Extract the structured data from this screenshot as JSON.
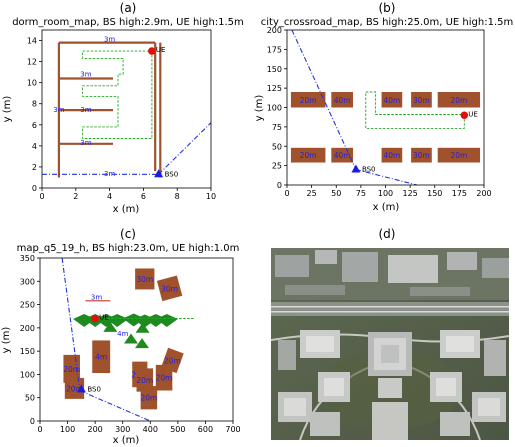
{
  "panels": {
    "a": {
      "label": "(a)"
    },
    "b": {
      "label": "(b)"
    },
    "c": {
      "label": "(c)"
    },
    "d": {
      "label": "(d)"
    }
  },
  "chart_data": [
    {
      "id": "a",
      "type": "scatter",
      "title": "dorm_room_map, BS high:2.9m, UE high:1.5m",
      "xlabel": "x (m)",
      "ylabel": "y (m)",
      "xlim": [
        0,
        10
      ],
      "ylim": [
        0,
        15
      ],
      "xticks": [
        0,
        2,
        4,
        6,
        8,
        10
      ],
      "yticks": [
        0,
        2,
        4,
        6,
        8,
        10,
        12,
        14
      ],
      "walls": [
        {
          "points": [
            [
              1.0,
              1.0
            ],
            [
              1.0,
              13.8
            ]
          ]
        },
        {
          "points": [
            [
              1.0,
              13.8
            ],
            [
              6.7,
              13.8
            ]
          ]
        },
        {
          "points": [
            [
              6.7,
              13.8
            ],
            [
              6.7,
              1.6
            ]
          ]
        },
        {
          "points": [
            [
              7.0,
              13.8
            ],
            [
              7.0,
              1.0
            ]
          ]
        },
        {
          "points": [
            [
              1.0,
              10.4
            ],
            [
              4.2,
              10.4
            ]
          ]
        },
        {
          "points": [
            [
              1.0,
              7.4
            ],
            [
              4.2,
              7.4
            ]
          ]
        },
        {
          "points": [
            [
              1.0,
              4.2
            ],
            [
              4.2,
              4.2
            ]
          ]
        }
      ],
      "path": {
        "points": [
          [
            6.5,
            13.0
          ],
          [
            6.5,
            4.7
          ],
          [
            2.4,
            4.7
          ],
          [
            2.4,
            5.8
          ],
          [
            4.5,
            5.8
          ],
          [
            4.5,
            8.7
          ],
          [
            2.4,
            8.7
          ],
          [
            2.4,
            9.7
          ],
          [
            4.5,
            9.7
          ],
          [
            4.5,
            10.8
          ],
          [
            4.8,
            10.8
          ],
          [
            4.8,
            12.3
          ],
          [
            2.4,
            12.3
          ],
          [
            2.4,
            13.0
          ],
          [
            6.5,
            13.0
          ]
        ]
      },
      "beam_lines": [
        {
          "points": [
            [
              0,
              1.3
            ],
            [
              6.9,
              1.3
            ]
          ]
        },
        {
          "points": [
            [
              6.9,
              1.3
            ],
            [
              10,
              6.2
            ]
          ]
        }
      ],
      "labels": [
        {
          "text": "3m",
          "x": 4.0,
          "y": 13.9
        },
        {
          "text": "3m",
          "x": 2.6,
          "y": 10.6
        },
        {
          "text": "3m",
          "x": 1.0,
          "y": 7.2
        },
        {
          "text": "3m",
          "x": 2.6,
          "y": 7.2
        },
        {
          "text": "3m",
          "x": 2.6,
          "y": 4.1
        },
        {
          "text": "3m",
          "x": 4.0,
          "y": 1.15
        }
      ],
      "ue": {
        "label": "UE",
        "x": 6.5,
        "y": 13.0
      },
      "bs": {
        "label": "BS0",
        "x": 6.9,
        "y": 1.3
      }
    },
    {
      "id": "b",
      "type": "scatter",
      "title": "city_crossroad_map, BS high:25.0m, UE high:1.5m",
      "xlabel": "x (m)",
      "ylabel": "y (m)",
      "xlim": [
        0,
        200
      ],
      "ylim": [
        0,
        200
      ],
      "xticks": [
        0,
        25,
        50,
        75,
        100,
        125,
        150,
        175,
        200
      ],
      "yticks": [
        0,
        25,
        50,
        75,
        100,
        125,
        150,
        175,
        200
      ],
      "buildings": [
        {
          "x0": 4,
          "y0": 100,
          "x1": 39,
          "y1": 120,
          "label": "20m"
        },
        {
          "x0": 45,
          "y0": 100,
          "x1": 67,
          "y1": 120,
          "label": "40m"
        },
        {
          "x0": 96,
          "y0": 100,
          "x1": 117,
          "y1": 120,
          "label": "40m"
        },
        {
          "x0": 126,
          "y0": 100,
          "x1": 147,
          "y1": 120,
          "label": "30m"
        },
        {
          "x0": 153,
          "y0": 100,
          "x1": 196,
          "y1": 120,
          "label": "20m"
        },
        {
          "x0": 4,
          "y0": 29,
          "x1": 39,
          "y1": 48,
          "label": "20m"
        },
        {
          "x0": 45,
          "y0": 29,
          "x1": 67,
          "y1": 48,
          "label": "40m"
        },
        {
          "x0": 96,
          "y0": 29,
          "x1": 117,
          "y1": 48,
          "label": "40m"
        },
        {
          "x0": 126,
          "y0": 29,
          "x1": 147,
          "y1": 48,
          "label": "30m"
        },
        {
          "x0": 153,
          "y0": 29,
          "x1": 196,
          "y1": 48,
          "label": "20m"
        }
      ],
      "path": {
        "points": [
          [
            180,
            90
          ],
          [
            180,
            73
          ],
          [
            80,
            73
          ],
          [
            80,
            120
          ],
          [
            90,
            120
          ],
          [
            90,
            91
          ],
          [
            180,
            91
          ]
        ]
      },
      "beam_lines": [
        {
          "points": [
            [
              5,
              200
            ],
            [
              70,
              20
            ]
          ]
        },
        {
          "points": [
            [
              70,
              20
            ],
            [
              132,
              0
            ]
          ]
        }
      ],
      "ue": {
        "label": "UE",
        "x": 180,
        "y": 90
      },
      "bs": {
        "label": "BS0",
        "x": 70,
        "y": 20
      }
    },
    {
      "id": "c",
      "type": "scatter",
      "title": "map_q5_19_h, BS high:23.0m, UE high:1.0m",
      "xlabel": "x (m)",
      "ylabel": "y (m)",
      "xlim": [
        0,
        700
      ],
      "ylim": [
        0,
        350
      ],
      "xticks": [
        0,
        100,
        200,
        300,
        400,
        500,
        600,
        700
      ],
      "yticks": [
        0,
        50,
        100,
        150,
        200,
        250,
        300,
        350
      ],
      "buildings": [
        {
          "cx": 380,
          "cy": 305,
          "w": 70,
          "h": 45,
          "rot": 0,
          "label": "30m"
        },
        {
          "cx": 470,
          "cy": 285,
          "w": 75,
          "h": 45,
          "rot": -15,
          "label": "30m"
        },
        {
          "cx": 115,
          "cy": 112,
          "w": 60,
          "h": 60,
          "rot": 0,
          "label": "20m"
        },
        {
          "cx": 222,
          "cy": 138,
          "w": 65,
          "h": 70,
          "rot": 0,
          "label": "4m"
        },
        {
          "cx": 362,
          "cy": 100,
          "w": 55,
          "h": 55,
          "rot": 0,
          "label": "20m"
        },
        {
          "cx": 380,
          "cy": 88,
          "w": 60,
          "h": 50,
          "rot": 0,
          "label": "20m"
        },
        {
          "cx": 480,
          "cy": 130,
          "w": 60,
          "h": 45,
          "rot": 20,
          "label": "20m"
        },
        {
          "cx": 450,
          "cy": 93,
          "w": 60,
          "h": 55,
          "rot": 0,
          "label": "20m"
        },
        {
          "cx": 125,
          "cy": 70,
          "w": 70,
          "h": 45,
          "rot": 0,
          "label": "20m"
        },
        {
          "cx": 395,
          "cy": 50,
          "w": 60,
          "h": 50,
          "rot": 0,
          "label": "20m"
        }
      ],
      "trees": [
        [
          160,
          219
        ],
        [
          200,
          219
        ],
        [
          240,
          219
        ],
        [
          280,
          219
        ],
        [
          340,
          220
        ],
        [
          380,
          218
        ],
        [
          420,
          219
        ],
        [
          460,
          219
        ]
      ],
      "tree_bases": [
        [
          255,
          200
        ],
        [
          372,
          198
        ],
        [
          330,
          175
        ],
        [
          370,
          165
        ]
      ],
      "path": {
        "points": [
          [
            200,
            220
          ],
          [
            560,
            220
          ]
        ]
      },
      "extra_lines": [
        {
          "points": [
            [
              165,
              258
            ],
            [
              255,
              258
            ]
          ]
        }
      ],
      "beam_lines": [
        {
          "points": [
            [
              80,
              350
            ],
            [
              145,
              65
            ]
          ]
        },
        {
          "points": [
            [
              145,
              65
            ],
            [
              400,
              0
            ]
          ]
        }
      ],
      "labels": [
        {
          "text": "3m",
          "x": 205,
          "y": 261
        },
        {
          "text": "4m",
          "x": 300,
          "y": 183
        }
      ],
      "ue": {
        "label": "UE",
        "x": 200,
        "y": 220
      },
      "bs": {
        "label": "BS0",
        "x": 150,
        "y": 68
      }
    }
  ]
}
